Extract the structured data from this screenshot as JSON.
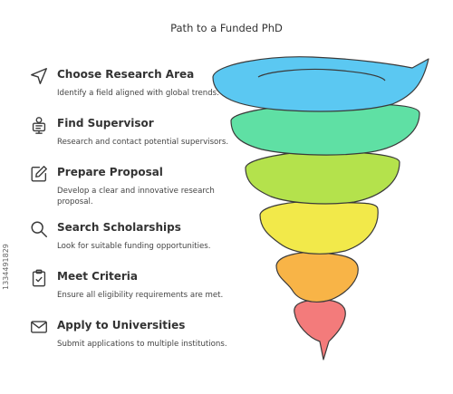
{
  "title": "Path to a Funded PhD",
  "steps": [
    {
      "heading": "Choose Research Area",
      "description": "Identify a field aligned with global trends.",
      "icon": "navigation-arrow-icon"
    },
    {
      "heading": "Find Supervisor",
      "description": "Research and contact potential supervisors.",
      "icon": "supervisor-icon"
    },
    {
      "heading": "Prepare Proposal",
      "description": "Develop a clear and innovative research proposal.",
      "icon": "edit-document-icon"
    },
    {
      "heading": "Search Scholarships",
      "description": "Look for suitable funding opportunities.",
      "icon": "magnifier-icon"
    },
    {
      "heading": "Meet Criteria",
      "description": "Ensure all eligibility requirements are met.",
      "icon": "clipboard-check-icon"
    },
    {
      "heading": "Apply to Universities",
      "description": "Submit applications to multiple institutions.",
      "icon": "envelope-icon"
    }
  ],
  "colors": {
    "band1": "#5bc8f2",
    "band2": "#5fe0a4",
    "band3": "#b4e24c",
    "band4": "#f2e94a",
    "band5": "#f8b447",
    "band6": "#f37b7b",
    "outline": "#3a3a3a"
  },
  "watermark_id": "1334491829"
}
